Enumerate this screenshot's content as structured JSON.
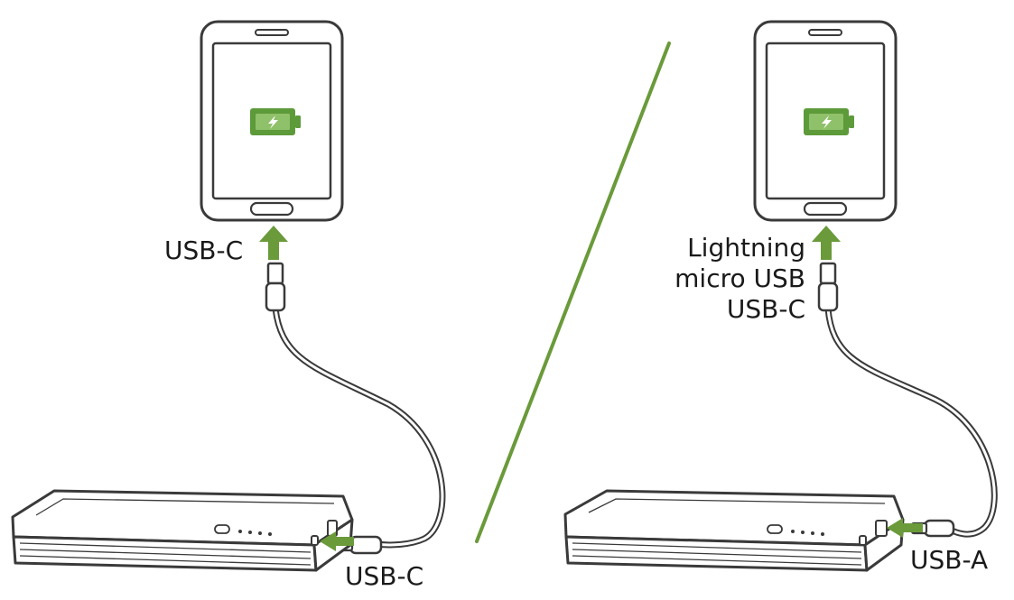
{
  "labels": {
    "left_device_port": "USB-C",
    "left_bank_port": "USB-C",
    "right_device_ports": [
      "Lightning",
      "micro USB",
      "USB-C"
    ],
    "right_bank_port": "USB-A"
  },
  "colors": {
    "accent": "#6a9a3a",
    "battery": "#5d9a3a",
    "outline": "#3a3a3a",
    "divider": "#6a9a3a"
  },
  "icons": [
    "tablet-icon",
    "battery-charging-icon",
    "power-bank-icon",
    "arrow-up-icon",
    "arrow-left-icon"
  ]
}
